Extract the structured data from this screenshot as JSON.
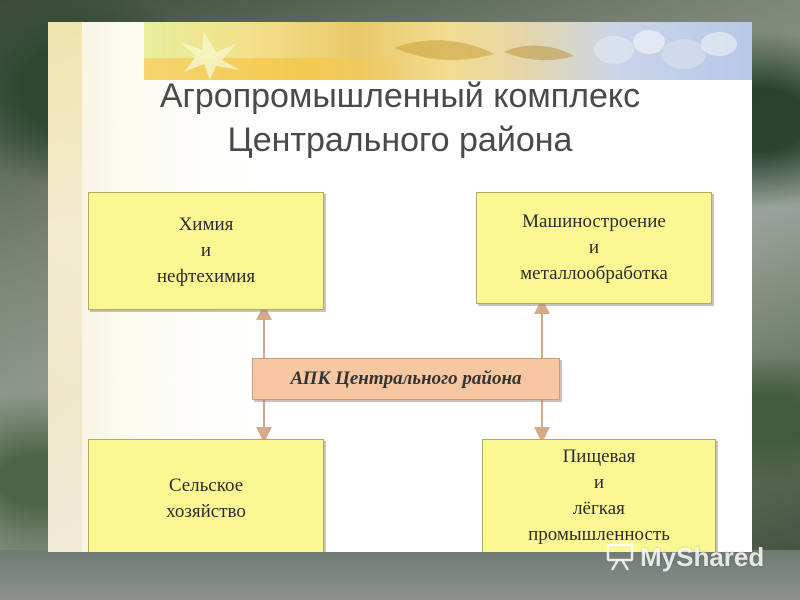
{
  "slide": {
    "title_line1": "Агропромышленный комплекс",
    "title_line2": "Центрального района"
  },
  "diagram": {
    "center": "АПК Центрального района",
    "chemistry": {
      "line1": "Химия",
      "line2": "и",
      "line3": "нефтехимия"
    },
    "machinery": {
      "line1": "Машиностроение",
      "line2": "и",
      "line3": "металлообработка"
    },
    "agriculture": {
      "line1": "Сельское",
      "line2": "хозяйство"
    },
    "food": {
      "line1": "Пищевая",
      "line2": "и",
      "line3": "лёгкая",
      "line4": "промышленность"
    }
  },
  "watermark": {
    "text": "MyShared"
  },
  "colors": {
    "box_fill": "#fbf792",
    "center_fill": "#f6c7a0",
    "arrow": "#d6a98a",
    "title": "#4a4a4a"
  }
}
